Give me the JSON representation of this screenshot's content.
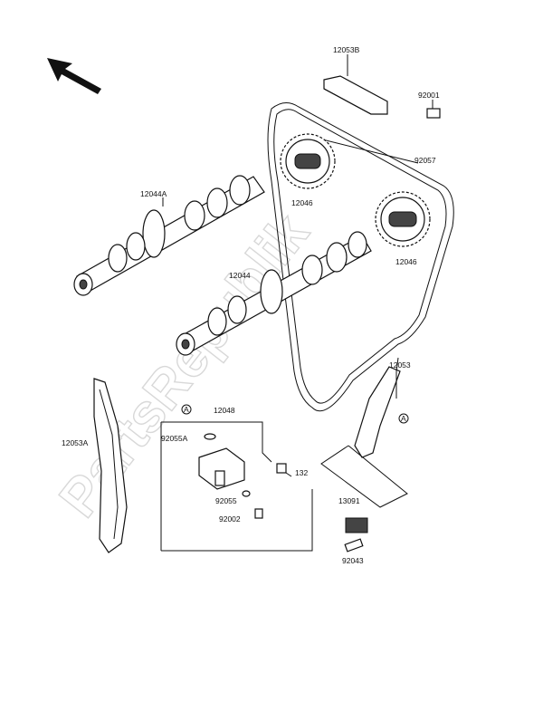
{
  "watermark": "PartsRepublik",
  "labels": {
    "p12053B": "12053B",
    "p92001": "92001",
    "p92057": "92057",
    "p12046_top": "12046",
    "p12046_right": "12046",
    "p12044A": "12044A",
    "p12044": "12044",
    "p12053": "12053",
    "p12048": "12048",
    "p92055A": "92055A",
    "p132": "132",
    "p92055": "92055",
    "p92002": "92002",
    "p12053A": "12053A",
    "p13091": "13091",
    "p92043": "92043",
    "circleA1": "A",
    "circleA2": "A"
  }
}
